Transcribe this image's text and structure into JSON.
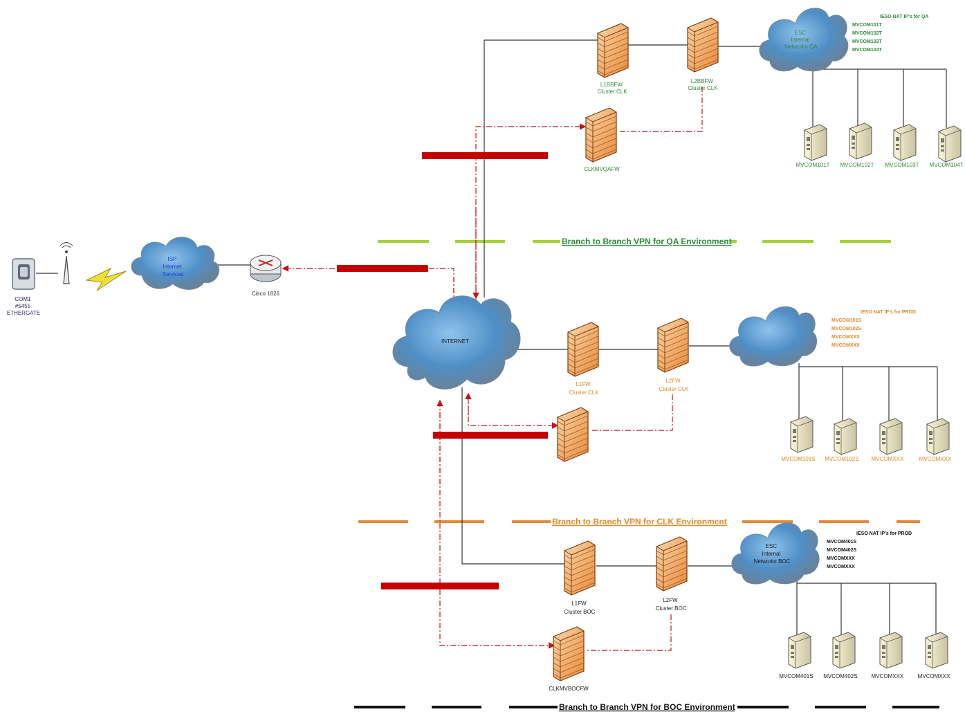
{
  "colors": {
    "qa": "#2e8b3a",
    "prod": "#e08a2a",
    "boc": "#111111",
    "link": "#333333",
    "vpn": "#cc1111",
    "red_bar": "#c40000",
    "qa_dash": "#a8cf3c",
    "clk_dash": "#e08a3a",
    "boc_dash": "#111111"
  },
  "sections": {
    "qa_title": "Branch to Branch VPN for QA Environment",
    "clk_title": "Branch to Branch VPN for CLK Environment",
    "boc_title": "Branch to Branch VPN for BOC Environment"
  },
  "client": {
    "device_label": [
      "COM1",
      "#5455",
      "ETHERGATE"
    ],
    "isp_cloud": [
      "ISP",
      "Internet",
      "Services"
    ],
    "router_label": "Cisco 1826"
  },
  "internet": {
    "label": "INTERNET"
  },
  "qa": {
    "fw1": [
      "L1BBFW",
      "Cluster CLK"
    ],
    "fw2": [
      "L2BBFW",
      "Cluster CLK"
    ],
    "vpn_fw": "CLKMVQAFW",
    "cloud": [
      "ESC",
      "Internal",
      "Networks QA"
    ],
    "nat_title": "IESO NAT IP's for QA",
    "nat_ips": [
      "MVCOM101T",
      "MVCOM102T",
      "MVCOM103T",
      "MVCOM104T"
    ],
    "servers": [
      "MVCOM101T",
      "MVCOM102T",
      "MVCOM103T",
      "MVCOM104T"
    ]
  },
  "prod": {
    "fw1": [
      "L1FW",
      "Cluster CLK"
    ],
    "fw2": [
      "L2FW",
      "Cluster CLK"
    ],
    "nat_title": "IESO NAT IP's for PROD",
    "nat_ips": [
      "MVCOM101S",
      "MVCOM102S",
      "MVCOMXXX",
      "MVCOMXXX"
    ],
    "servers": [
      "MVCOM101S",
      "MVCOM102S",
      "MVCOMXXX",
      "MVCOMXXX"
    ]
  },
  "boc": {
    "fw1": [
      "L1FW",
      "Cluster BOC"
    ],
    "fw2": [
      "L2FW",
      "Cluster BOC"
    ],
    "vpn_fw": "CLKMVBOCFW",
    "cloud": [
      "ESC",
      "Internal",
      "Networks BOC"
    ],
    "nat_title": "IESO NAT IP's for PROD",
    "nat_ips": [
      "MVCOM401S",
      "MVCOM402S",
      "MVCOMXXX",
      "MVCOMXXX"
    ],
    "servers": [
      "MVCOM401S",
      "MVCOM402S",
      "MVCOMXXX",
      "MVCOMXXX"
    ]
  }
}
